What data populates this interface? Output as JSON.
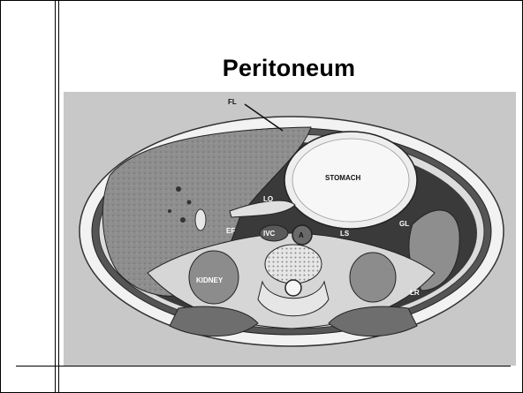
{
  "slide": {
    "title": "Peritoneum"
  },
  "diagram": {
    "labels": {
      "fl": "FL",
      "stomach": "STOMACH",
      "lo": "LO",
      "ef": "EF",
      "ivc": "IVC",
      "a": "A",
      "ls": "LS",
      "gl": "GL",
      "kidney": "KIDNEY",
      "lr": "LR"
    }
  }
}
